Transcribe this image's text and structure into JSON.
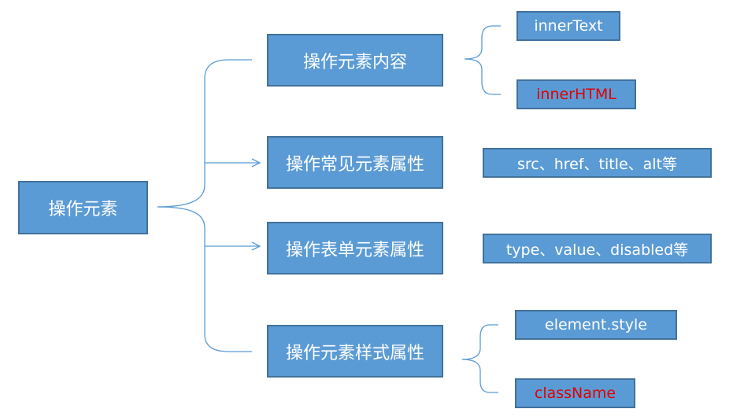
{
  "root": {
    "label": "操作元素"
  },
  "categories": [
    {
      "label": "操作元素内容"
    },
    {
      "label": "操作常见元素属性"
    },
    {
      "label": "操作表单元素属性"
    },
    {
      "label": "操作元素样式属性"
    }
  ],
  "leaves": {
    "content": [
      {
        "label": "innerText",
        "highlight": false
      },
      {
        "label": "innerHTML",
        "highlight": true
      }
    ],
    "common_attrs": {
      "label": "src、href、title、alt等"
    },
    "form_attrs": {
      "label": "type、value、disabled等"
    },
    "style": [
      {
        "label": "element.style",
        "highlight": false
      },
      {
        "label": "className",
        "highlight": true
      }
    ]
  },
  "colors": {
    "box_fill": "#5b9bd5",
    "box_border": "#41719c",
    "connector": "#5b9bd5",
    "text": "#ffffff",
    "highlight_text": "#e00000"
  }
}
